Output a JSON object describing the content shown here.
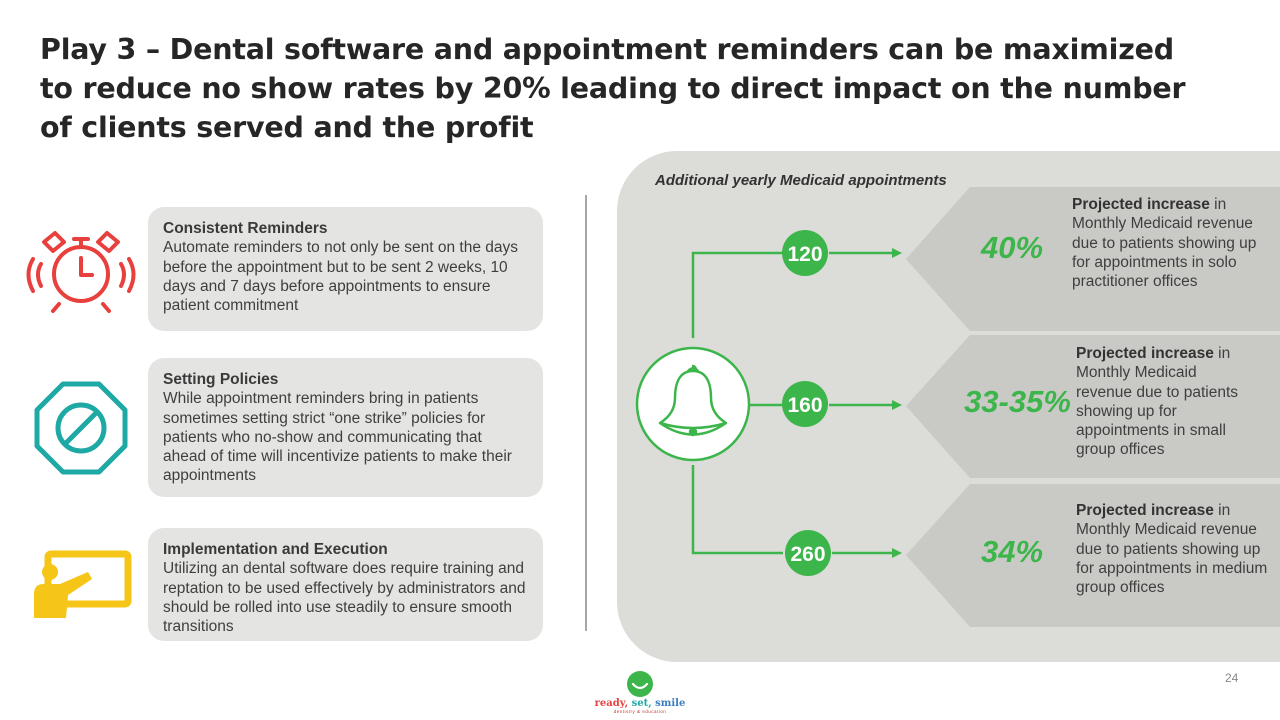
{
  "title": "Play 3 – Dental software and appointment reminders can be maximized to reduce no show rates by 20% leading to direct impact on the number of clients served and the profit",
  "cards": [
    {
      "heading": "Consistent Reminders",
      "text": "Automate reminders to not only be sent on the days before the appointment but to be sent 2 weeks, 10 days and 7 days before appointments to ensure patient commitment",
      "icon": "alarm-clock-icon"
    },
    {
      "heading": "Setting Policies",
      "text": "While appointment reminders bring in patients sometimes setting strict “one strike” policies for patients who no-show and communicating that ahead of time will incentivize patients to make their appointments",
      "icon": "no-sign-icon"
    },
    {
      "heading": "Implementation and Execution",
      "text": "Utilizing an dental software does require training and reptation to be used effectively by administrators and should be rolled into use steadily to ensure smooth transitions",
      "icon": "presenter-board-icon"
    }
  ],
  "panel": {
    "label": "Additional yearly Medicaid appointments",
    "rows": [
      {
        "appointments": "120",
        "percent": "40%",
        "desc_bold": "Projected increase",
        "desc_rest": " in Monthly Medicaid revenue due to patients showing up for appointments in solo practitioner offices"
      },
      {
        "appointments": "160",
        "percent": "33-35%",
        "desc_bold": "Projected increase",
        "desc_rest": " in Monthly Medicaid revenue due to patients showing up for appointments in small group offices"
      },
      {
        "appointments": "260",
        "percent": "34%",
        "desc_bold": "Projected increase",
        "desc_rest": " in Monthly Medicaid revenue due to patients showing up for appointments in medium group offices"
      }
    ]
  },
  "page_number": "24",
  "logo": {
    "line1_a": "ready,",
    "line1_b": "set,",
    "line1_c": "smile",
    "line2": "dentistry & education"
  },
  "colors": {
    "green": "#3cb54a",
    "red": "#e8403d",
    "teal": "#1fa9a4",
    "yellow": "#f5c518",
    "card_bg": "#e4e4e2",
    "panel_bg": "#dcdcd9",
    "arrow_bg": "#c9c9c6"
  }
}
